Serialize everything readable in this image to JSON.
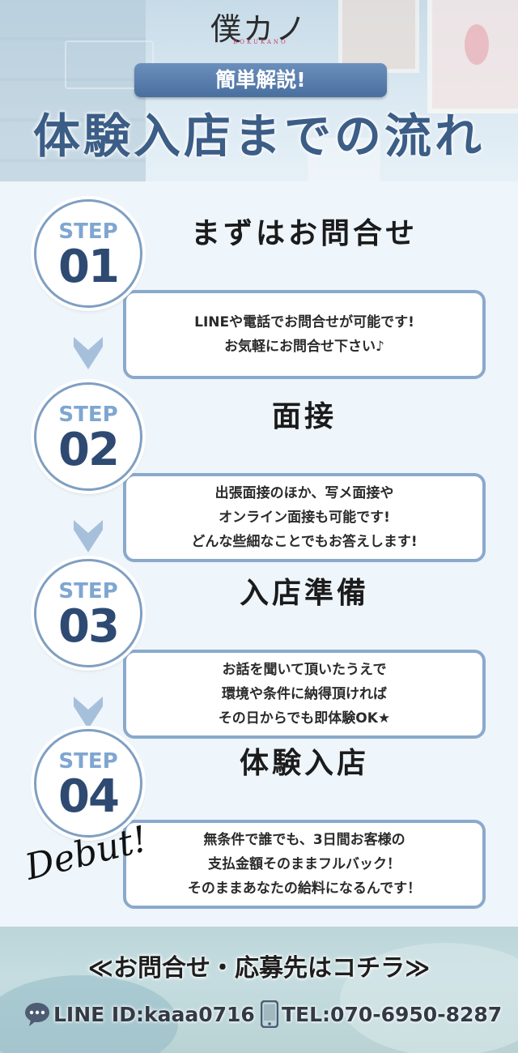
{
  "header": {
    "logo_main": "僕カノ",
    "logo_sub": "BOKUKANO",
    "badge": "簡単解説!",
    "title": "体験入店までの流れ"
  },
  "steps": [
    {
      "label": "STEP",
      "number": "01",
      "title": "まずはお問合せ",
      "lines": [
        "LINEや電話でお問合せが可能です!",
        "お気軽にお問合せ下さい♪"
      ]
    },
    {
      "label": "STEP",
      "number": "02",
      "title": "面接",
      "lines": [
        "出張面接のほか、写メ面接や",
        "オンライン面接も可能です!",
        "どんな些細なことでもお答えします!"
      ]
    },
    {
      "label": "STEP",
      "number": "03",
      "title": "入店準備",
      "lines": [
        "お話を聞いて頂いたうえで",
        "環境や条件に納得頂ければ",
        "その日からでも即体験OK★"
      ]
    },
    {
      "label": "STEP",
      "number": "04",
      "title": "体験入店",
      "lines": [
        "無条件で誰でも、3日間お客様の",
        "支払金額そのままフルバック！",
        "そのままあなたの給料になるんです！"
      ]
    }
  ],
  "debut_text": "Debut!",
  "footer": {
    "title": "≪お問合せ・応募先はコチラ≫",
    "line": "LINE ID:kaaa0716",
    "tel": "TEL:070-6950-8287"
  },
  "colors": {
    "accent": "#3b5d86",
    "box_border": "#8aa9cc",
    "step_label": "#7fa6d1",
    "step_number": "#2e4a72"
  }
}
